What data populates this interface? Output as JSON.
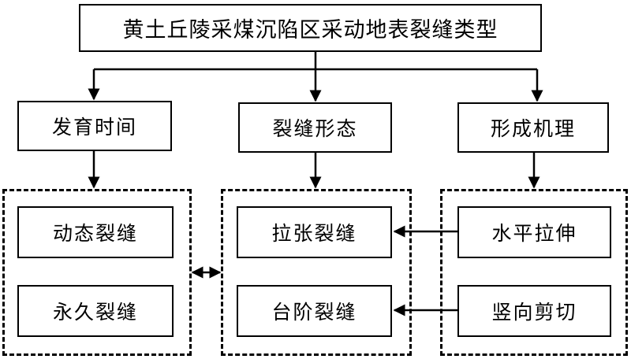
{
  "diagram": {
    "type": "hierarchy-flowchart",
    "language": "zh-CN",
    "title_node": {
      "label": "黄土丘陵采煤沉陷区采动地表裂缝类型"
    },
    "categories": [
      {
        "id": "time",
        "label": "发育时间"
      },
      {
        "id": "morphology",
        "label": "裂缝形态"
      },
      {
        "id": "mechanism",
        "label": "形成机理"
      }
    ],
    "groups": [
      {
        "id": "time-group",
        "items": [
          {
            "id": "dynamic-fissure",
            "label": "动态裂缝"
          },
          {
            "id": "permanent-fissure",
            "label": "永久裂缝"
          }
        ]
      },
      {
        "id": "morphology-group",
        "items": [
          {
            "id": "tensile-fissure",
            "label": "拉张裂缝"
          },
          {
            "id": "step-fissure",
            "label": "台阶裂缝"
          }
        ]
      },
      {
        "id": "mechanism-group",
        "items": [
          {
            "id": "horizontal-tension",
            "label": "水平拉伸"
          },
          {
            "id": "vertical-shear",
            "label": "竖向剪切"
          }
        ]
      }
    ],
    "colors": {
      "line": "#000000",
      "text": "#000000",
      "background": "#ffffff"
    }
  }
}
